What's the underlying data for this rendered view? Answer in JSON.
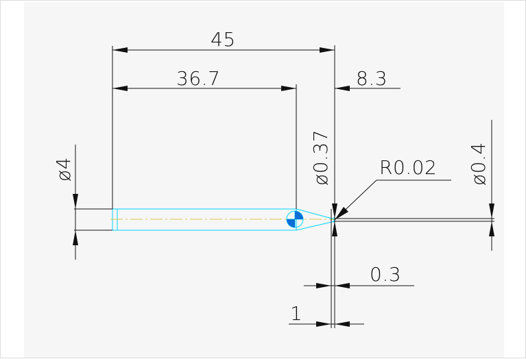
{
  "drawing": {
    "dimensions": {
      "overall_length": "45",
      "shank_length": "36.7",
      "tip_length": "8.3",
      "shank_diameter": "ø4",
      "tip_diameter": "ø0.37",
      "point_diameter": "ø0.4",
      "tip_radius": "R0.02",
      "tip_step_small": "0.3",
      "tip_step_large": "1"
    },
    "colors": {
      "background": "#f6f6f6",
      "outline": "#00d5ff",
      "centerline": "#d8c84d",
      "dimension": "#111111"
    }
  }
}
